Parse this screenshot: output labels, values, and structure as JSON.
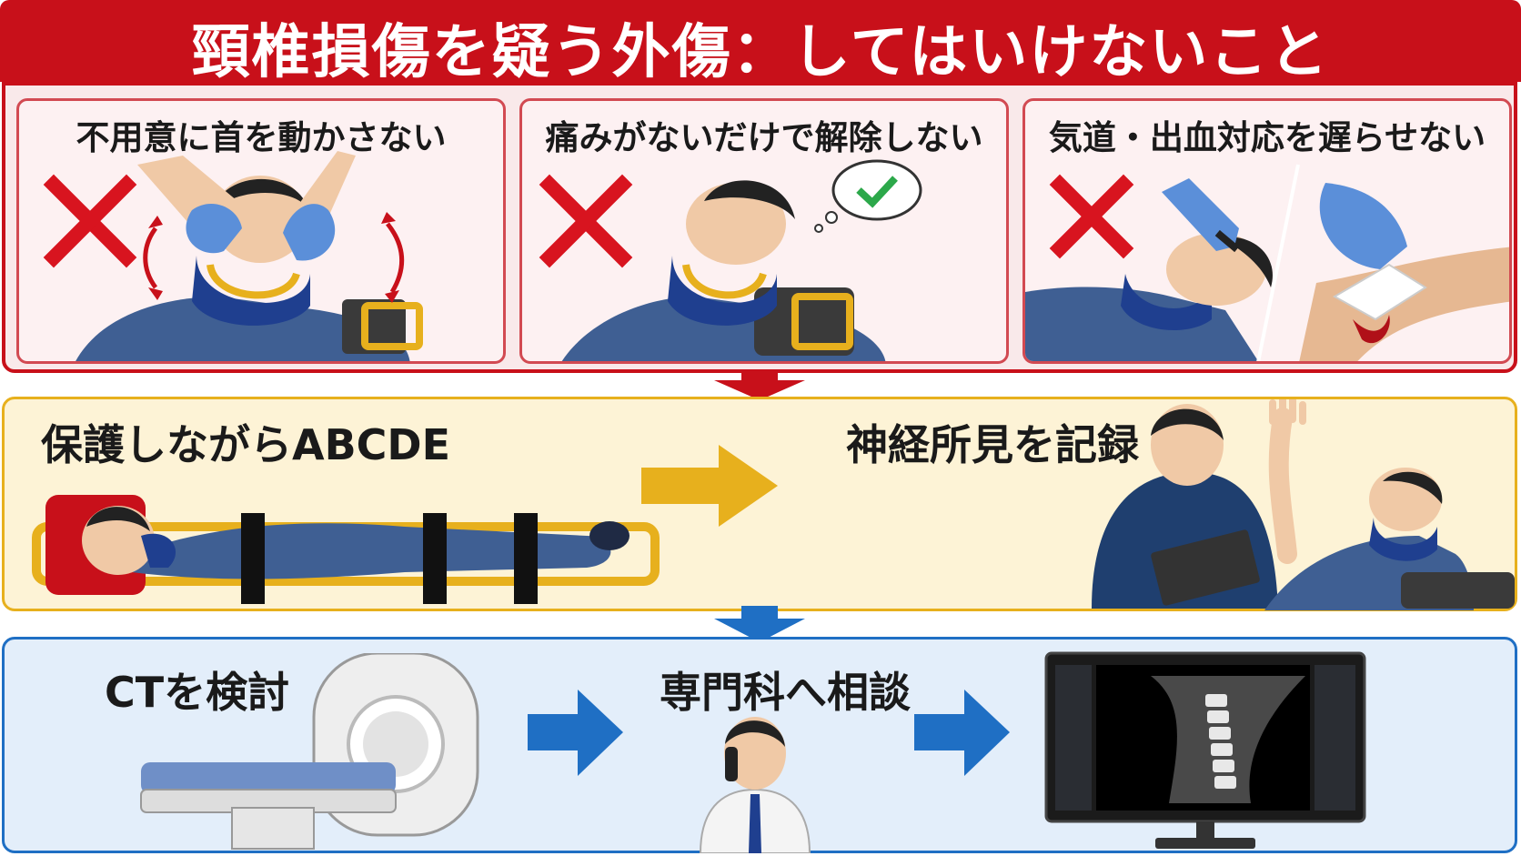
{
  "header": {
    "title": "頸椎損傷を疑う外傷：してはいけないこと"
  },
  "donts": [
    {
      "title": "不用意に首を動かさない",
      "mark_icon": "red-x-icon"
    },
    {
      "title": "痛みがないだけで解除しない",
      "mark_icon": "red-x-icon"
    },
    {
      "title": "気道・出血対応を遅らせない",
      "mark_icon": "red-x-icon"
    }
  ],
  "steps_middle": {
    "left_label": "保護しながらABCDE",
    "right_label": "神経所見を記録"
  },
  "steps_bottom": {
    "left_label": "CTを検討",
    "middle_label": "専門科へ相談"
  },
  "colors": {
    "header_red": "#c8101a",
    "middle_yellow": "#e7b01d",
    "bottom_blue": "#1f6fc4",
    "collar_blue": "#1f3f8f",
    "glove_blue": "#5b8fd9"
  }
}
